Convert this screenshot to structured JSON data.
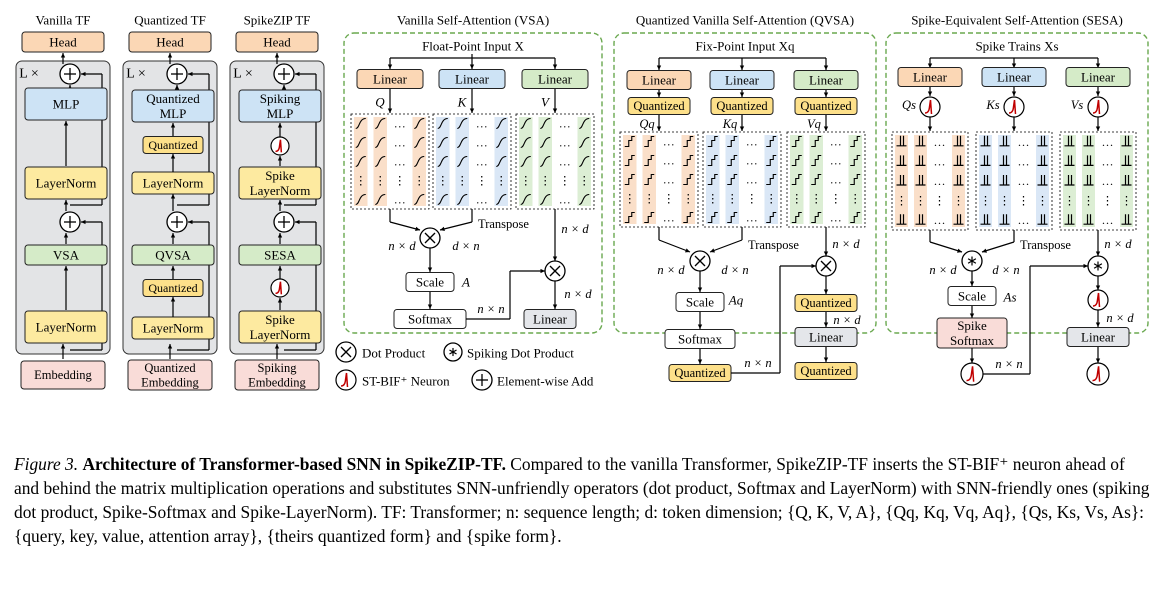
{
  "columns": {
    "vanilla": {
      "title": "Vanilla TF",
      "head": "Head",
      "repeat": "L ×",
      "mlp": [
        "MLP"
      ],
      "norm_top": [
        "LayerNorm"
      ],
      "attn": "VSA",
      "norm_bottom": [
        "LayerNorm"
      ],
      "embedding": [
        "Embedding"
      ]
    },
    "quantized": {
      "title": "Quantized TF",
      "head": "Head",
      "repeat": "L ×",
      "mlp": [
        "Quantized",
        "MLP"
      ],
      "quant1": "Quantized",
      "norm_top": [
        "LayerNorm"
      ],
      "attn": "QVSA",
      "quant2": "Quantized",
      "norm_bottom": [
        "LayerNorm"
      ],
      "embedding": [
        "Quantized",
        "Embedding"
      ]
    },
    "spikezip": {
      "title": "SpikeZIP TF",
      "head": "Head",
      "repeat": "L ×",
      "mlp": [
        "Spiking",
        "MLP"
      ],
      "norm_top": [
        "Spike",
        "LayerNorm"
      ],
      "attn": "SESA",
      "norm_bottom": [
        "Spike",
        "LayerNorm"
      ],
      "embedding": [
        "Spiking",
        "Embedding"
      ]
    }
  },
  "vsa": {
    "title": "Vanilla Self-Attention (VSA)",
    "input": "Float-Point Input X",
    "linears": [
      "Linear",
      "Linear",
      "Linear"
    ],
    "qkv": [
      "Q",
      "K",
      "V"
    ],
    "transpose": "Transpose",
    "dims": {
      "nd1": "n × d",
      "dn": "d × n",
      "nd2": "n × d",
      "nd3": "n × d",
      "nn": "n × n"
    },
    "scale": "Scale",
    "a_label": "A",
    "softmax": "Softmax",
    "out_linear": "Linear"
  },
  "qvsa": {
    "title": "Quantized Vanilla Self-Attention (QVSA)",
    "input": "Fix-Point Input Xq",
    "linears": [
      "Linear",
      "Linear",
      "Linear"
    ],
    "quantized_top": [
      "Quantized",
      "Quantized",
      "Quantized"
    ],
    "qkv": [
      "Qq",
      "Kq",
      "Vq"
    ],
    "transpose": "Transpose",
    "dims": {
      "nd1": "n × d",
      "dn": "d × n",
      "nd2": "n × d",
      "nd3": "n × d",
      "nn": "n × n"
    },
    "scale": "Scale",
    "a_label": "Aq",
    "softmax": "Softmax",
    "quant_softmax": "Quantized",
    "quant_mid": "Quantized",
    "out_linear": "Linear",
    "quant_out": "Quantized"
  },
  "sesa": {
    "title": "Spike-Equivalent Self-Attention (SESA)",
    "input": "Spike Trains Xs",
    "linears": [
      "Linear",
      "Linear",
      "Linear"
    ],
    "qkv": [
      "Qs",
      "Ks",
      "Vs"
    ],
    "transpose": "Transpose",
    "dims": {
      "nd1": "n × d",
      "dn": "d × n",
      "nd2": "n × d",
      "nd3": "n × d",
      "nn": "n × n"
    },
    "scale": "Scale",
    "a_label": "As",
    "softmax": [
      "Spike",
      "Softmax"
    ],
    "out_linear": "Linear"
  },
  "legend": {
    "dot_product": "Dot Product",
    "spiking_dot_product": "Spiking Dot Product",
    "neuron": "ST-BIF⁺ Neuron",
    "add": "Element-wise Add"
  },
  "caption": {
    "label": "Figure 3.",
    "title": "Architecture of Transformer-based SNN in SpikeZIP-TF.",
    "text": " Compared to the vanilla Transformer, SpikeZIP-TF inserts the ST-BIF⁺ neuron ahead of and behind the matrix multiplication operations and substitutes SNN-unfriendly operators (dot product, Softmax and LayerNorm) with SNN-friendly ones (spiking dot product, Spike-Softmax and Spike-LayerNorm). TF: Transformer; n: sequence length; d: token dimension; {Q, K, V, A}, {Qq, Kq, Vq, Aq}, {Qs, Ks, Vs, As}: {query, key, value, attention array}, {theirs quantized form} and {spike form}."
  },
  "colors": {
    "head": "#fbd7b5",
    "mlp": "#cde3f5",
    "norm": "#fdeaa0",
    "vsa": "#d5ebc8",
    "embedding": "#f9dcd8",
    "quantized": "#fde08a",
    "panel": "#e3e4e6",
    "frame": "#6aa84f",
    "orange_tint": "#f9d9c0",
    "blue_tint": "#d3e3f4",
    "green_tint": "#d6ebcc",
    "neuron_red": "#c00000"
  }
}
